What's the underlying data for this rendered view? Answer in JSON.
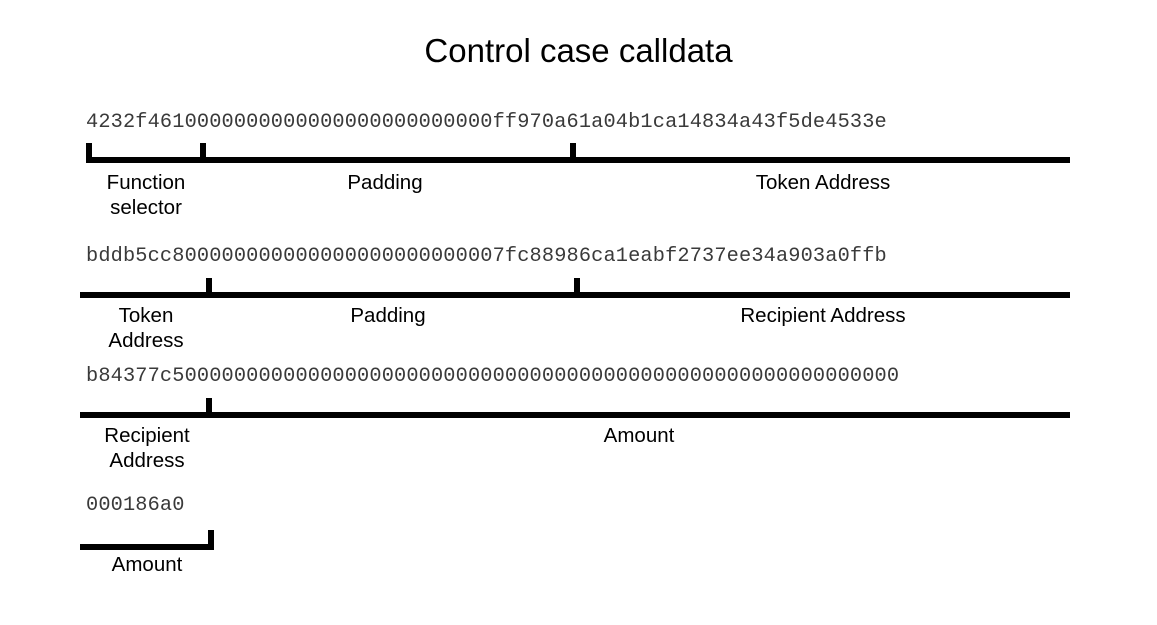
{
  "figure": {
    "title": "Control case calldata",
    "background": "#ffffff",
    "ink": "#000000",
    "hex_color": "#3a3a3a"
  },
  "chart_data": {
    "type": "diagram",
    "title": "Control case calldata",
    "description": "Ethereum transaction calldata hex string split across four wrapped lines, annotated with brackets marking field boundaries.",
    "full_calldata": "4232f4610000000000000000000000000ff970a61a04b1ca14834a43f5de4533ebddb5cc800000000000000000000000007fc88986ca1eabf2737ee34a903a0ffbb84377c500000000000000000000000000000000000000000000000000000000000186a0",
    "fields": [
      {
        "name": "Function selector",
        "value": "4232f461"
      },
      {
        "name": "Padding",
        "value": "000000000000000000000000"
      },
      {
        "name": "Token Address",
        "value": "ff970a61a04b1ca14834a43f5de4533ebddb5cc8"
      },
      {
        "name": "Padding",
        "value": "000000000000000000000000"
      },
      {
        "name": "Recipient Address",
        "value": "07fc88986ca1eabf2737ee34a903a0ffbb84377c5"
      },
      {
        "name": "Amount",
        "value": "00000000000000000000000000000000000000000000000000000000000186a0"
      }
    ],
    "rows": [
      {
        "hex": "4232f4610000000000000000000000000ff970a61a04b1ca14834a43f5de4533e",
        "labels": [
          "Function\nselector",
          "Padding",
          "Token Address"
        ]
      },
      {
        "hex": "bddb5cc800000000000000000000000007fc88986ca1eabf2737ee34a903a0ffb",
        "labels": [
          "Token\nAddress",
          "Padding",
          "Recipient Address"
        ]
      },
      {
        "hex": "b84377c50000000000000000000000000000000000000000000000000000000000",
        "labels": [
          "Recipient\nAddress",
          "Amount"
        ]
      },
      {
        "hex": "000186a0",
        "labels": [
          "Amount"
        ]
      }
    ]
  }
}
